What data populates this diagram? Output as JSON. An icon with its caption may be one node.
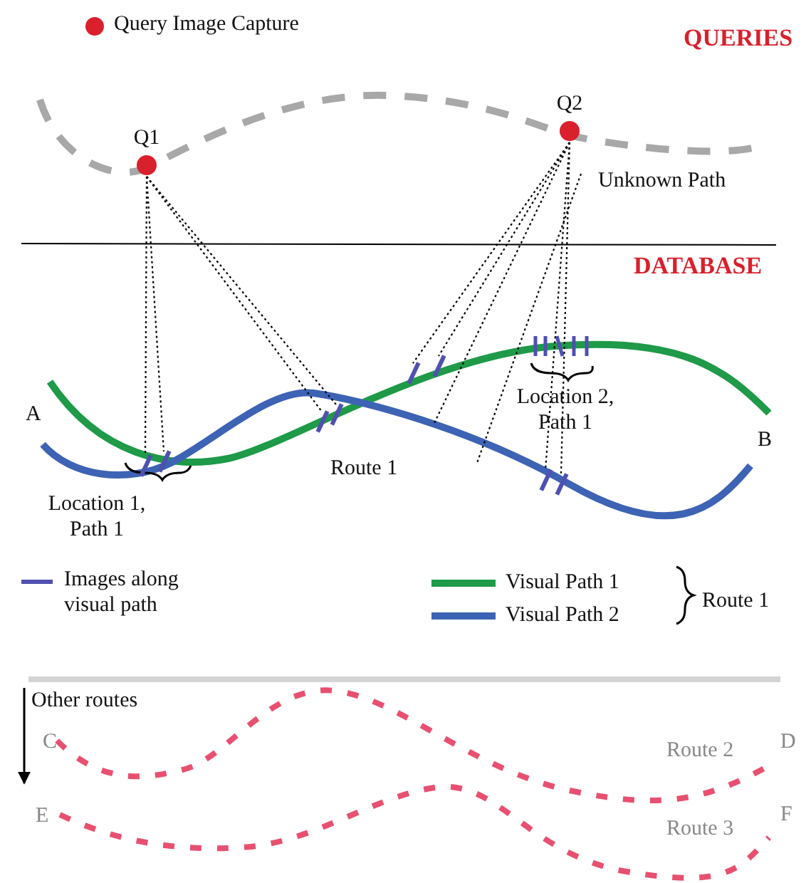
{
  "diagram": {
    "nodes": [
      {
        "text": [
          "Q1"
        ]
      },
      {
        "text": [
          "Q2"
        ]
      },
      {
        "text": [
          "Unknown Path"
        ]
      },
      {
        "text": [],
        "shape": "bar"
      },
      {
        "text": [],
        "shape": "bar"
      },
      {
        "text": [],
        "shape": "bar"
      },
      {
        "text": [],
        "shape": "bar"
      },
      {
        "text": [],
        "shape": "bar"
      },
      {
        "text": [],
        "shape": "bar"
      },
      {
        "text": [],
        "shape": "bar"
      },
      {
        "text": [],
        "shape": "bar"
      }
    ],
    "edges": [
      {
        "from": 0,
        "to": 3,
        "arrow": "none"
      },
      {
        "from": 0,
        "to": 4,
        "arrow": "none"
      },
      {
        "from": 0,
        "to": 5,
        "arrow": "none"
      },
      {
        "from": 0,
        "to": 6,
        "arrow": "none"
      },
      {
        "from": 1,
        "to": 7,
        "arrow": "none"
      },
      {
        "from": 1,
        "to": 8,
        "arrow": "none"
      },
      {
        "from": 1,
        "to": null,
        "arrow": "none"
      },
      {
        "from": 1,
        "to": 9,
        "arrow": "none"
      },
      {
        "from": 1,
        "to": 10,
        "arrow": "none"
      },
      {
        "from": 2,
        "to": null,
        "arrow": "none"
      }
    ],
    "labels": [
      "QUERIES",
      "DATABASE",
      "Location 2, Path 1",
      "A",
      "B",
      "Route 1",
      "Location 1, Path 1",
      "Route 1",
      "Other routes",
      "C",
      "Route 2",
      "D",
      "E",
      "Route 3",
      "F"
    ],
    "legend": [
      {
        "text": "Query Image Capture"
      },
      {
        "text": "Images along visual path"
      },
      {
        "text": "Visual Path 1"
      },
      {
        "text": "Visual Path 2"
      }
    ]
  }
}
